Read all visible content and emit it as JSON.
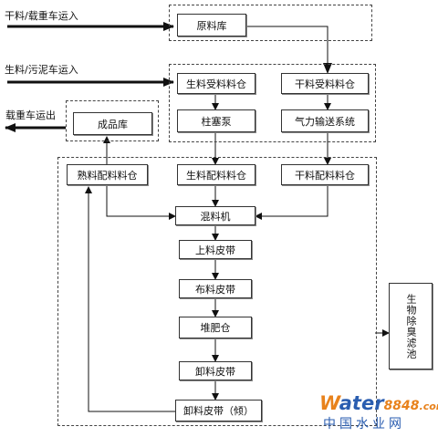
{
  "inputs": {
    "dry_truck_in": "干料/载重车运入",
    "wet_sludge_truck_in": "生料/污泥车运入",
    "heavy_truck_out": "载重车运出"
  },
  "nodes": {
    "raw_store": "原料库",
    "wet_receiving_bin": "生料受料料仓",
    "dry_receiving_bin": "干料受料料仓",
    "plunger_pump": "柱塞泵",
    "pneumatic_conveying": "气力输送系统",
    "product_store": "成品库",
    "cooked_batching_bin": "熟料配料料仓",
    "wet_batching_bin": "生料配料料仓",
    "dry_batching_bin": "干料配料料仓",
    "mixer": "混料机",
    "feeding_belt": "上料皮带",
    "distributing_belt": "布料皮带",
    "composting_bin": "堆肥仓",
    "unloading_belt": "卸料皮带",
    "unloading_belt_tilted": "卸料皮带（倾）",
    "biofilter": "生物除臭滤池"
  },
  "watermark": {
    "brand_w": "W",
    "brand_ater": "ater",
    "brand_num": "8848",
    "brand_com": ".com",
    "brand_cn": "中国水业网"
  }
}
